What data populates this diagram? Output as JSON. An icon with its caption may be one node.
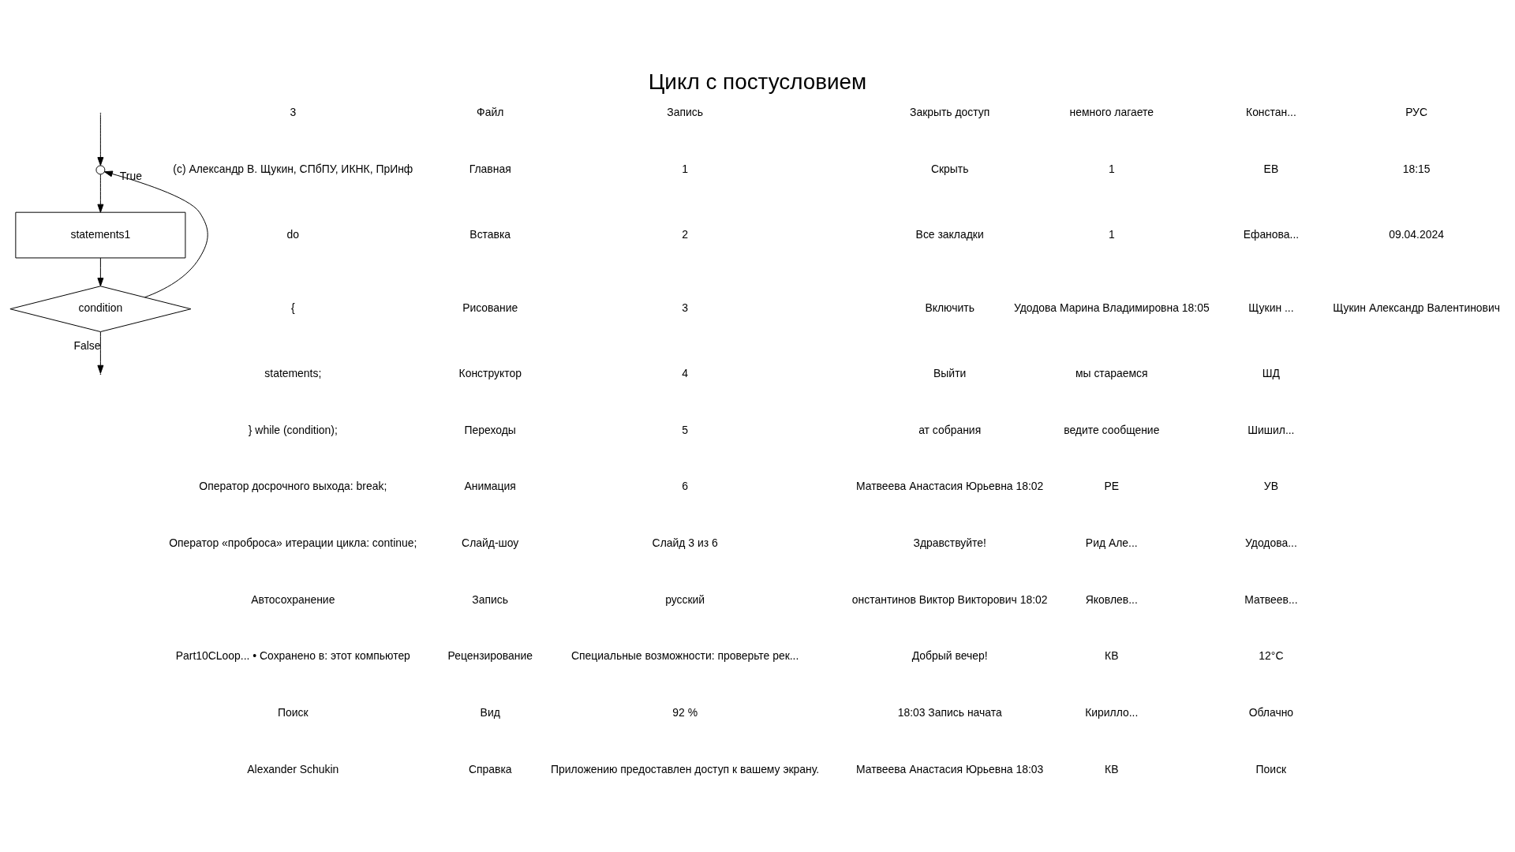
{
  "diagram": {
    "title": "Цикл с постусловием",
    "nodes": [
      {
        "text": [],
        "shape": "circle"
      },
      {
        "text": [
          "statements1"
        ]
      },
      {
        "text": [
          "condition"
        ]
      }
    ],
    "edges": [
      {
        "from": null,
        "to": 0,
        "arrow": "to"
      },
      {
        "from": 0,
        "to": 1,
        "arrow": "to"
      },
      {
        "from": 1,
        "to": 2,
        "arrow": "to"
      },
      {
        "from": 2,
        "to": 0,
        "arrow": "to",
        "label": "True"
      },
      {
        "from": 2,
        "to": null,
        "arrow": "to",
        "label": "False"
      }
    ],
    "labels": [
      "3",
      "(c) Александр В. Щукин, СПбПУ, ИКНК, ПрИнф",
      "do",
      "{",
      "statements;",
      "} while (condition);",
      "Оператор досрочного выхода: break;",
      "Оператор «проброса» итерации цикла: continue;",
      "Автосохранение",
      "Part10CLoop... • Сохранено в: этот компьютер",
      "Поиск",
      "Alexander Schukin",
      "Файл",
      "Главная",
      "Вставка",
      "Рисование",
      "Конструктор",
      "Переходы",
      "Анимация",
      "Слайд-шоу",
      "Запись",
      "Рецензирование",
      "Вид",
      "Справка",
      "Запись",
      "1",
      "2",
      "3",
      "4",
      "5",
      "6",
      "Слайд 3 из 6",
      "русский",
      "Специальные возможности: проверьте рек...",
      "92 %",
      "Приложению предоставлен доступ к вашему экрану.",
      "Закрыть доступ",
      "Скрыть",
      "Все закладки",
      "Включить",
      "Выйти",
      "ат собрания",
      "Матвеева Анастасия Юрьевна 18:02",
      "Здравствуйте!",
      "онстантинов Виктор Викторович 18:02",
      "Добрый вечер!",
      "18:03 Запись начата",
      "Матвеева Анастасия Юрьевна 18:03",
      "немного лагаете",
      "1",
      "1",
      "Удодова Марина Владимировна 18:05",
      "мы стараемся",
      "ведите сообщение",
      "РЕ",
      "Рид Але...",
      "Яковлев...",
      "КВ",
      "Кирилло...",
      "КВ",
      "Констан...",
      "ЕВ",
      "Ефанова...",
      "Щукин ...",
      "ШД",
      "Шишил...",
      "УВ",
      "Удодова...",
      "Матвеев...",
      "12°C",
      "Облачно",
      "Поиск",
      "РУС",
      "18:15",
      "09.04.2024",
      "Щукин Александр Валентинович"
    ]
  }
}
